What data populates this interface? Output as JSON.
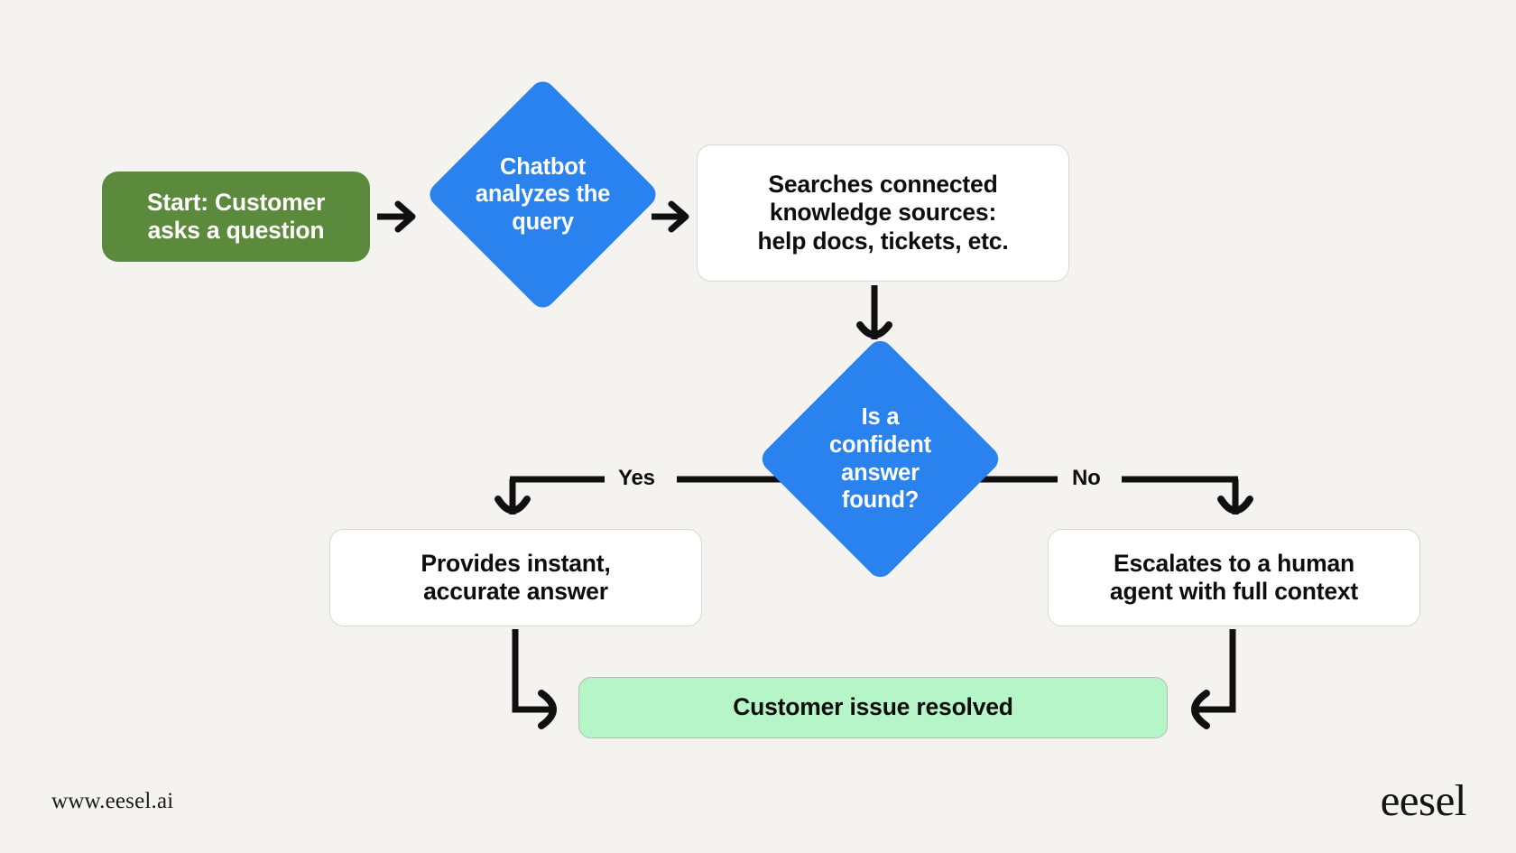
{
  "page": {
    "background_color": "#f4f3f0",
    "title": "AI chatbot support resolution flowchart"
  },
  "diagram": {
    "type": "flowchart",
    "accent_blue": "#2a82ef",
    "start_green": "#5c8a3c",
    "resolved_green": "#b6f5c8",
    "nodes": [
      {
        "id": "start",
        "shape": "rounded-rect",
        "label": "Start: Customer\nasks a question",
        "fill": "#5c8a3c",
        "text_color": "#ffffff"
      },
      {
        "id": "analyze",
        "shape": "diamond",
        "label": "Chatbot\nanalyzes the\nquery",
        "fill": "#2a82ef",
        "text_color": "#ffffff"
      },
      {
        "id": "search",
        "shape": "rounded-rect",
        "label": "Searches connected\nknowledge sources:\nhelp docs, tickets, etc.",
        "fill": "#ffffff",
        "text_color": "#0d0d0d"
      },
      {
        "id": "decision",
        "shape": "diamond",
        "label": "Is a\nconfident answer\nfound?",
        "fill": "#2a82ef",
        "text_color": "#ffffff"
      },
      {
        "id": "instant",
        "shape": "rounded-rect",
        "label": "Provides instant,\naccurate answer",
        "fill": "#ffffff",
        "text_color": "#0d0d0d"
      },
      {
        "id": "escalate",
        "shape": "rounded-rect",
        "label": "Escalates to a human\nagent with full context",
        "fill": "#ffffff",
        "text_color": "#0d0d0d"
      },
      {
        "id": "resolved",
        "shape": "rounded-rect",
        "label": "Customer issue resolved",
        "fill": "#b6f5c8",
        "text_color": "#0d0d0d"
      }
    ],
    "edges": [
      {
        "from": "start",
        "to": "analyze",
        "label": ""
      },
      {
        "from": "analyze",
        "to": "search",
        "label": ""
      },
      {
        "from": "search",
        "to": "decision",
        "label": ""
      },
      {
        "from": "decision",
        "to": "instant",
        "label": "Yes"
      },
      {
        "from": "decision",
        "to": "escalate",
        "label": "No"
      },
      {
        "from": "instant",
        "to": "resolved",
        "label": ""
      },
      {
        "from": "escalate",
        "to": "resolved",
        "label": ""
      }
    ],
    "edge_labels": {
      "yes": "Yes",
      "no": "No"
    }
  },
  "footer": {
    "url": "www.eesel.ai",
    "logo": "eesel"
  }
}
